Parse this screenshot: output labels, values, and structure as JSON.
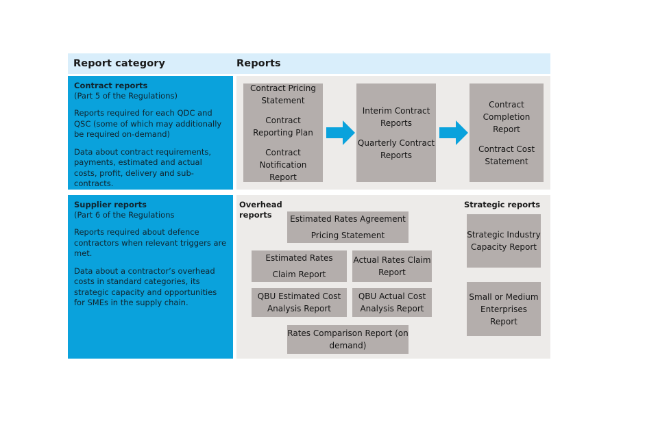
{
  "header": {
    "category_label": "Report category",
    "reports_label": "Reports"
  },
  "colors": {
    "brand_blue": "#0aa2dc",
    "header_band": "#d9eefb",
    "panel_grey": "#edebe9",
    "box_grey": "#b4aeac",
    "text_dark": "#141414"
  },
  "rows": [
    {
      "id": "contract",
      "category": {
        "title": "Contract reports",
        "subtitle": "(Part 5 of the Regulations)",
        "paragraph_1": "Reports required for each QDC and QSC (some of which may additionally be required on-demand)",
        "paragraph_2": "Data about contract requirements, payments, estimated and actual costs, profit, delivery and sub-contracts."
      },
      "stages": [
        {
          "name": "stage-1",
          "items": [
            [
              "Contract Pricing",
              "Statement"
            ],
            [
              "Contract",
              "Reporting Plan"
            ],
            [
              "Contract",
              "Notification",
              "Report"
            ]
          ]
        },
        {
          "name": "stage-2",
          "items": [
            [
              "Interim Contract",
              "Reports"
            ],
            [
              "Quarterly Contract",
              "Reports"
            ]
          ]
        },
        {
          "name": "stage-3",
          "items": [
            [
              "Contract",
              "Completion",
              "Report"
            ],
            [
              "Contract Cost",
              "Statement"
            ]
          ]
        }
      ],
      "arrows": [
        "arrow-right-1",
        "arrow-right-2"
      ]
    },
    {
      "id": "supplier",
      "category": {
        "title": "Supplier reports",
        "subtitle": "(Part 6 of the Regulations",
        "paragraph_1": "Reports required about defence contractors when relevant triggers are met.",
        "paragraph_2": "Data about a contractor’s overhead costs in standard categories, its strategic capacity and opportunities for SMEs in the supply chain."
      },
      "overhead": {
        "label_line_1": "Overhead",
        "label_line_2": "reports",
        "boxes": [
          {
            "name": "estimated-rates-agreement-pricing-statement",
            "lines": [
              "Estimated Rates Agreement",
              "Pricing Statement"
            ]
          },
          {
            "name": "estimated-rates-claim-report",
            "lines": [
              "Estimated Rates",
              "Claim Report"
            ]
          },
          {
            "name": "actual-rates-claim-report",
            "lines": [
              "Actual Rates Claim",
              "Report"
            ]
          },
          {
            "name": "qbu-estimated-cost-analysis-report",
            "lines": [
              "QBU Estimated Cost",
              "Analysis Report"
            ]
          },
          {
            "name": "qbu-actual-cost-analysis-report",
            "lines": [
              "QBU Actual Cost",
              "Analysis Report"
            ]
          },
          {
            "name": "rates-comparison-report",
            "lines": [
              "Rates Comparison Report (on",
              "demand)"
            ]
          }
        ]
      },
      "strategic": {
        "label": "Strategic reports",
        "boxes": [
          {
            "name": "strategic-industry-capacity-report",
            "lines": [
              "Strategic Industry",
              "Capacity Report"
            ]
          },
          {
            "name": "small-or-medium-enterprises-report",
            "lines": [
              "Small or Medium",
              "Enterprises",
              "Report"
            ]
          }
        ]
      }
    }
  ]
}
